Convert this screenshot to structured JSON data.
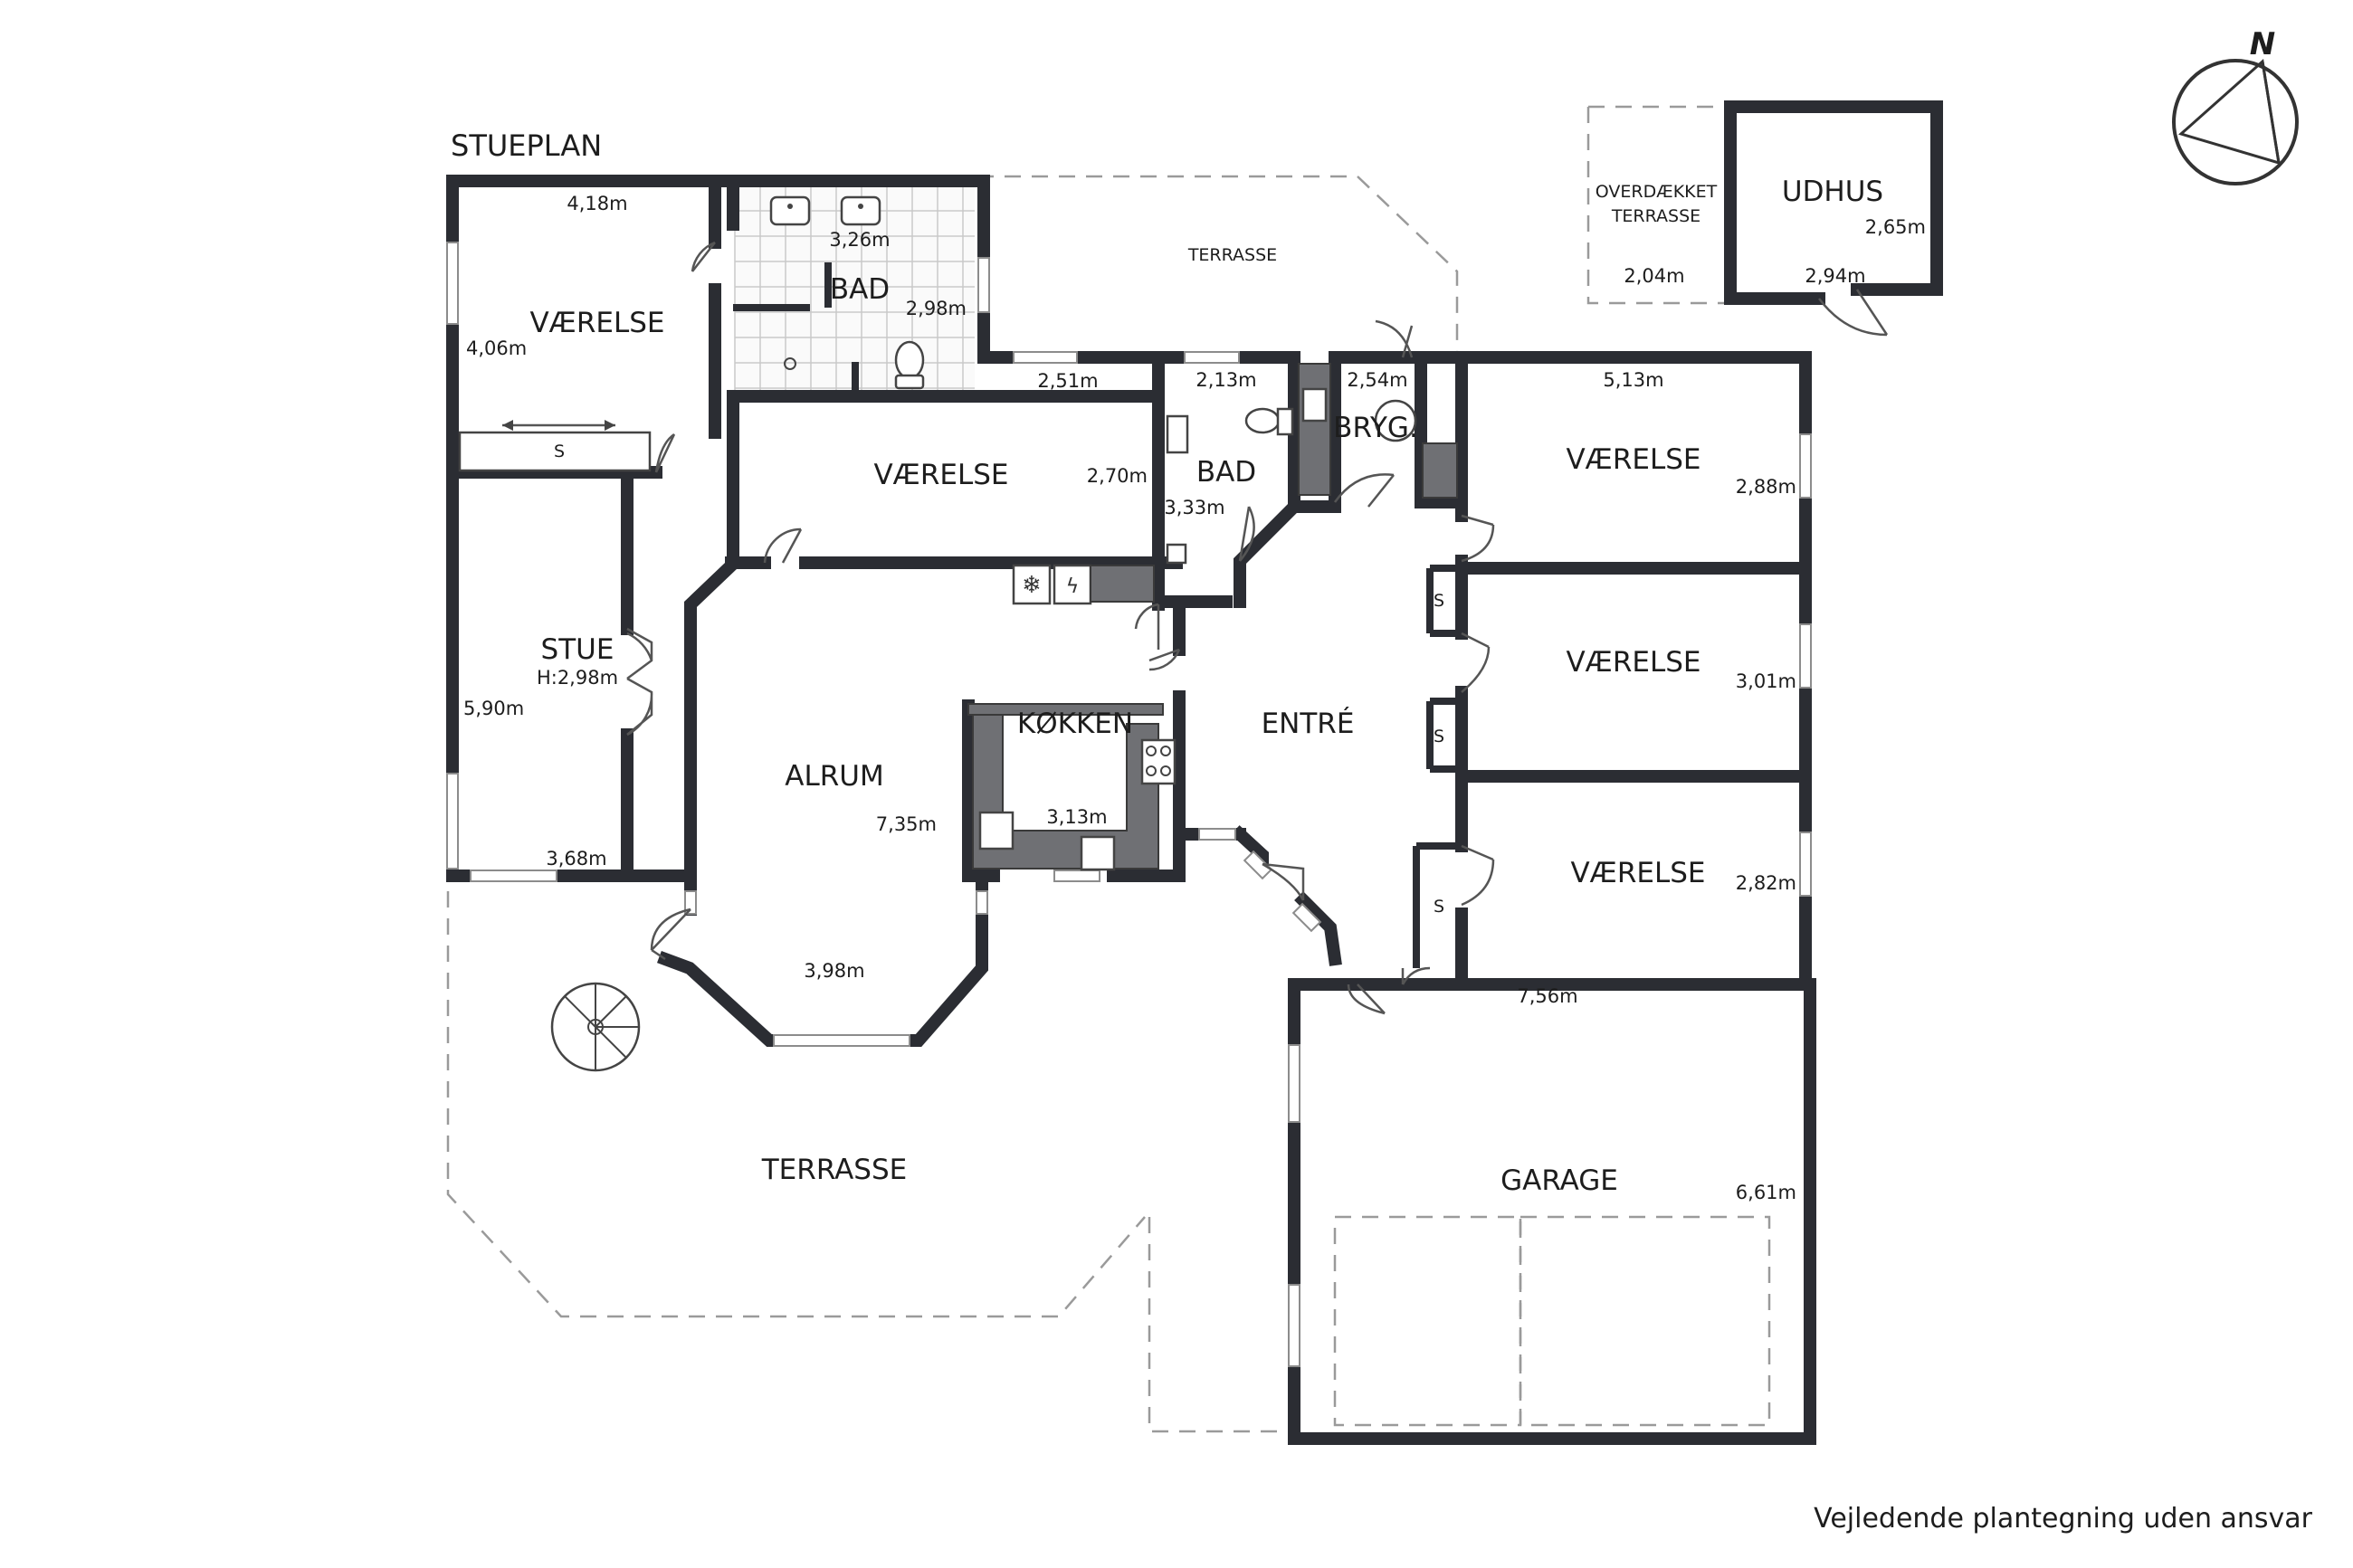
{
  "plan": {
    "title": "STUEPLAN",
    "disclaimer": "Vejledende plantegning uden ansvar",
    "north_label": "N"
  },
  "rooms": {
    "vaerelse_1": {
      "name": "VÆRELSE",
      "width": "4,18m",
      "depth": "4,06m"
    },
    "bad_1": {
      "name": "BAD",
      "width": "3,26m",
      "depth": "2,98m"
    },
    "terrasse_top": {
      "name": "TERRASSE"
    },
    "overdaekket": {
      "name_line1": "OVERDÆKKET",
      "name_line2": "TERRASSE",
      "width": "2,04m"
    },
    "udhus": {
      "name": "UDHUS",
      "width": "2,94m",
      "depth": "2,65m"
    },
    "vaerelse_2": {
      "name": "VÆRELSE",
      "width": "2,51m",
      "depth": "2,70m"
    },
    "bad_2": {
      "name": "BAD",
      "width": "2,13m",
      "depth": "3,33m"
    },
    "bryg": {
      "name": "BRYG.",
      "width": "2,54m"
    },
    "vaerelse_3": {
      "name": "VÆRELSE",
      "width": "5,13m",
      "depth": "2,88m"
    },
    "vaerelse_4": {
      "name": "VÆRELSE",
      "depth": "3,01m"
    },
    "vaerelse_5": {
      "name": "VÆRELSE",
      "depth": "2,82m"
    },
    "stue": {
      "name": "STUE",
      "height": "H:2,98m",
      "depth": "5,90m",
      "width": "3,68m"
    },
    "alrum": {
      "name": "ALRUM",
      "depth": "7,35m",
      "width": "3,98m"
    },
    "koekken": {
      "name": "KØKKEN",
      "width": "3,13m"
    },
    "entre": {
      "name": "ENTRÉ"
    },
    "garage": {
      "name": "GARAGE",
      "width": "7,56m",
      "depth": "6,61m"
    },
    "terrasse_bottom": {
      "name": "TERRASSE"
    }
  },
  "closet_label": "S"
}
